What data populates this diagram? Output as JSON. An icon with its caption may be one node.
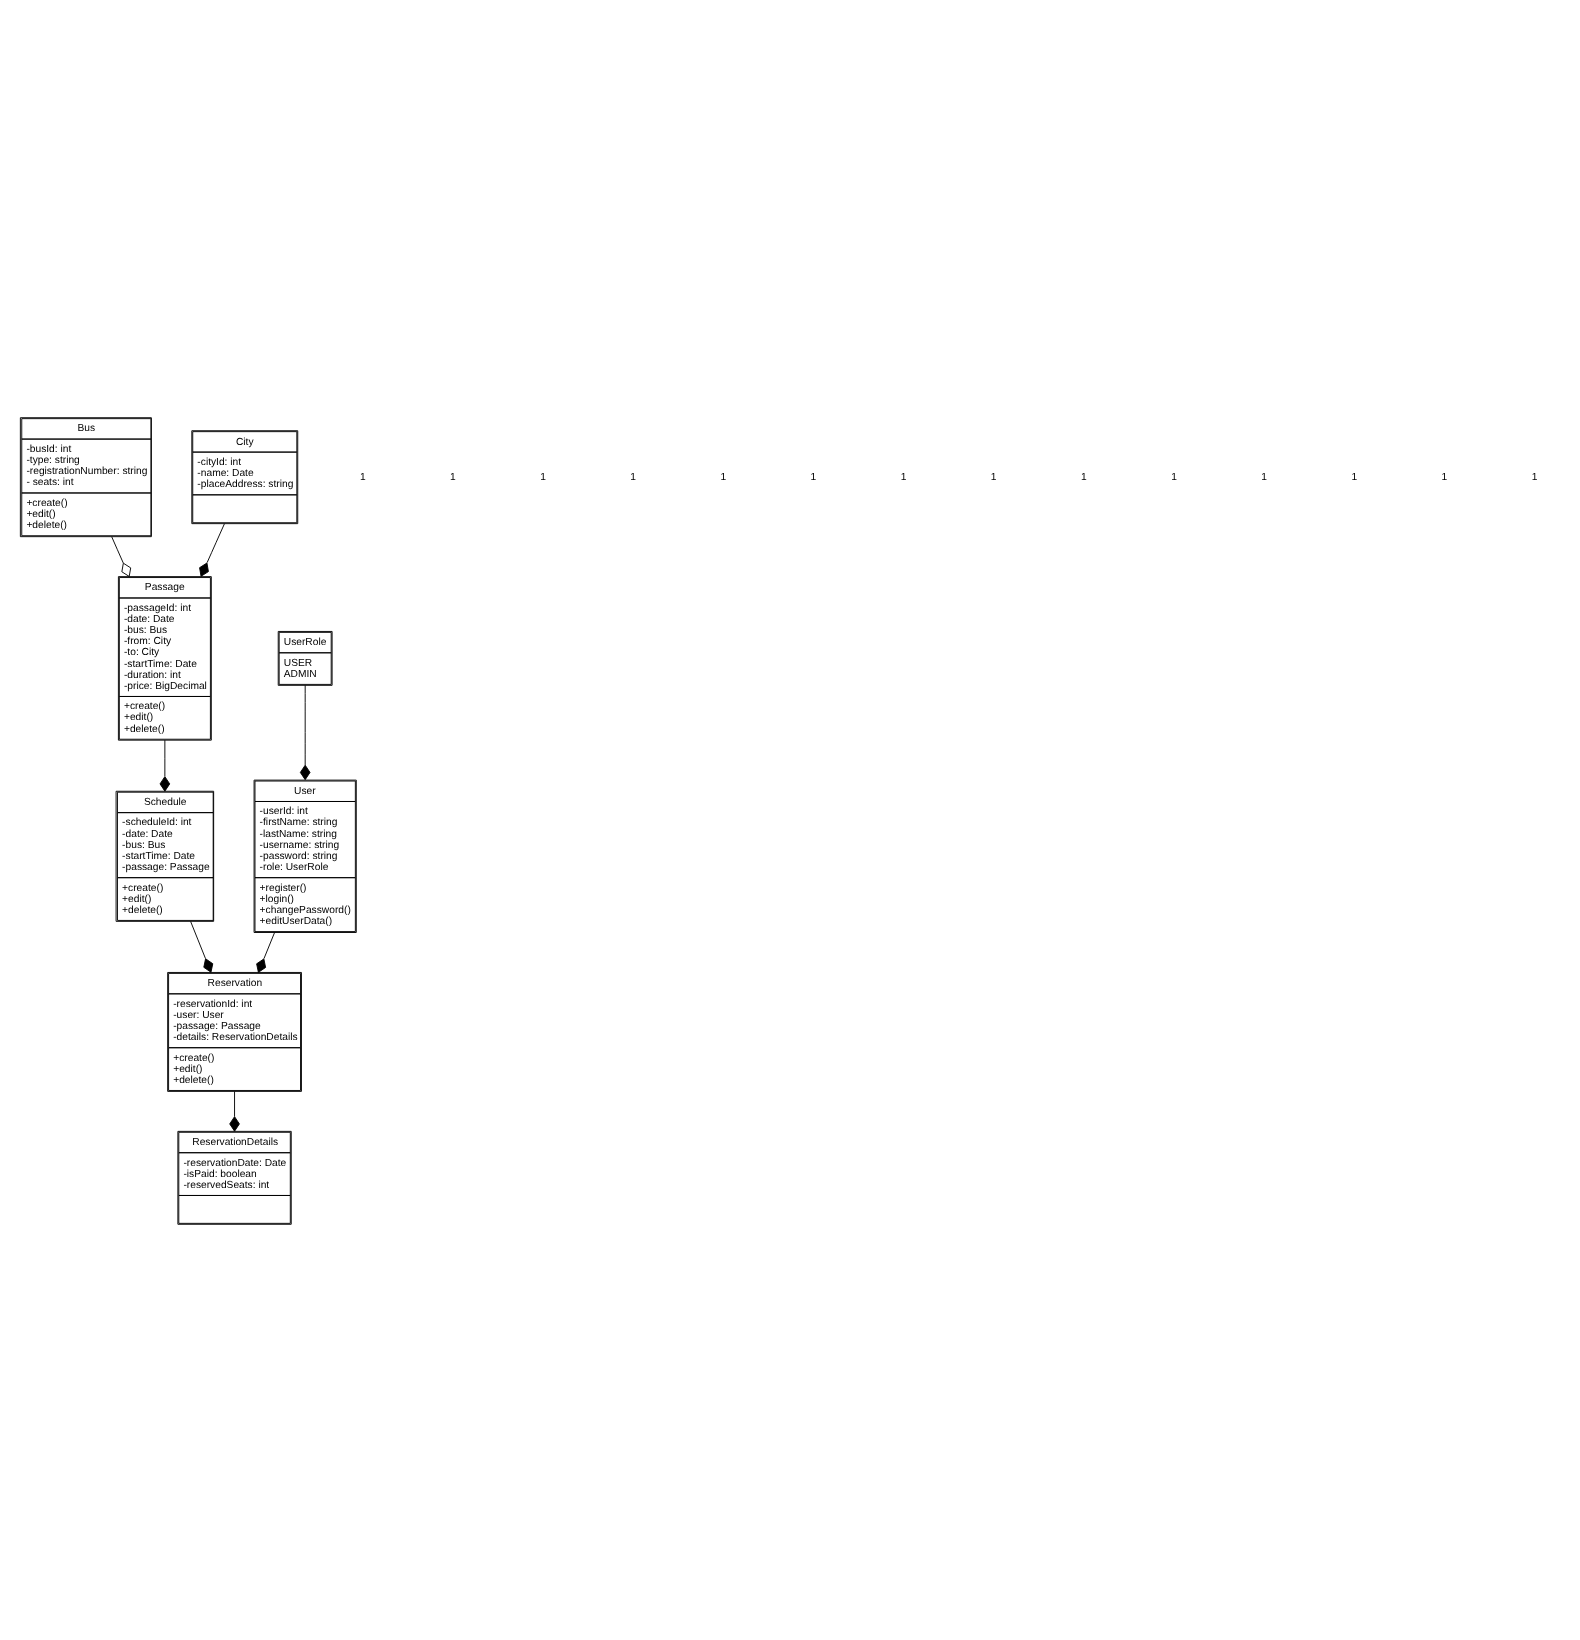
{
  "diagram": {
    "nodes": [
      {
        "text": [
          "Bus",
          "-busId: int",
          "-type: string",
          "-registrationNumber: string",
          "- seats: int",
          "+create()",
          "+edit()",
          "+delete()"
        ]
      },
      {
        "text": [
          "UserRole",
          "USER",
          "ADMIN"
        ]
      },
      {
        "text": [
          "City",
          "-cityId: int",
          "-name: Date",
          "-placeAddress: string"
        ]
      },
      {
        "text": [
          "User",
          "-userId: int",
          "-firstName: string",
          "-lastName: string",
          "-username: string",
          "-password: string",
          "-role: UserRole",
          "+register()",
          "+login()",
          "+changePassword()",
          "+editUserData()"
        ]
      },
      {
        "text": [
          "Passage",
          "-passageId: int",
          "-date: Date",
          "-bus: Bus",
          "-from: City",
          "-to: City",
          "-startTime: Date",
          "-duration: int",
          "-price: BigDecimal",
          "+create()",
          "+edit()",
          "+delete()"
        ]
      },
      {
        "text": [
          "Schedule",
          "-scheduleId: int",
          "-date: Date",
          "-bus: Bus",
          "-startTime: Date",
          "-passage: Passage",
          "+create()",
          "+edit()",
          "+delete()"
        ]
      },
      {
        "text": [
          "Reservation",
          "-reservationId: int",
          "-user: User",
          "-passage: Passage",
          "-details: ReservationDetails",
          "+create()",
          "+edit()",
          "+delete()"
        ]
      },
      {
        "text": [
          "ReservationDetails",
          "-reservationDate: Date",
          "-isPaid: boolean",
          "-reservedSeats: int"
        ]
      }
    ],
    "edges": [
      {
        "from": 1,
        "to": 3,
        "arrow": "other"
      },
      {
        "from": 0,
        "to": 4,
        "arrow": "other"
      },
      {
        "from": 2,
        "to": 4,
        "arrow": "other"
      },
      {
        "from": 3,
        "to": 6,
        "arrow": "other"
      },
      {
        "from": 4,
        "to": 5,
        "arrow": "other"
      },
      {
        "from": 5,
        "to": 6,
        "arrow": "other"
      },
      {
        "from": 6,
        "to": 7,
        "arrow": "other"
      }
    ],
    "labels": [
      "1",
      "1",
      "1",
      "1",
      "1",
      "1",
      "1",
      "1",
      "1",
      "1",
      "1",
      "1",
      "1",
      "1"
    ]
  }
}
